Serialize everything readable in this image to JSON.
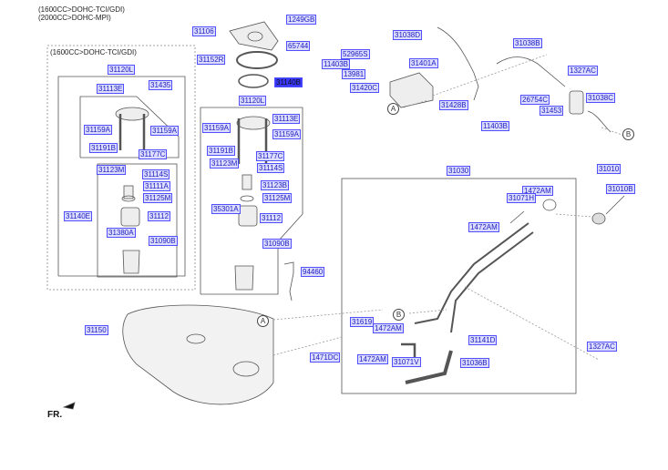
{
  "header": {
    "line1": "(1600CC>DOHC-TCI/GDI)",
    "line2": "(2000CC>DOHC-MPI)"
  },
  "inset_title": "(1600CC>DOHC-TCI/GDI)",
  "front_marker": "FR.",
  "callouts": {
    "a": "A",
    "b": "B"
  },
  "labels": [
    "31106",
    "1249GB",
    "65744",
    "31152R",
    "31140B",
    "31120L",
    "31435",
    "31113E",
    "31159A",
    "31159A",
    "31191B",
    "31177C",
    "31123M",
    "31114S",
    "31111A",
    "31125M",
    "31140E",
    "31112",
    "31380A",
    "31090B",
    "31120L",
    "31113E",
    "31159A",
    "31159A",
    "31191B",
    "31177C",
    "31123M",
    "31114S",
    "31123B",
    "31125M",
    "35301A",
    "31112",
    "31090B",
    "94460",
    "31150",
    "1471DC",
    "31038D",
    "52965S",
    "11403B",
    "13981",
    "31401A",
    "31420C",
    "31428B",
    "11403B",
    "31038B",
    "1327AC",
    "31038C",
    "26754C",
    "31453",
    "31030",
    "31010",
    "31010B",
    "1472AM",
    "31071H",
    "1472AM",
    "31619",
    "1472AM",
    "31141D",
    "1327AC",
    "1472AM",
    "31071V",
    "31036B"
  ],
  "selected_part": "31140B",
  "colors": {
    "label_bg": "#dcdcff",
    "label_border": "#5050ff",
    "label_text": "#2020c0",
    "selected_bg": "#3838ff"
  }
}
